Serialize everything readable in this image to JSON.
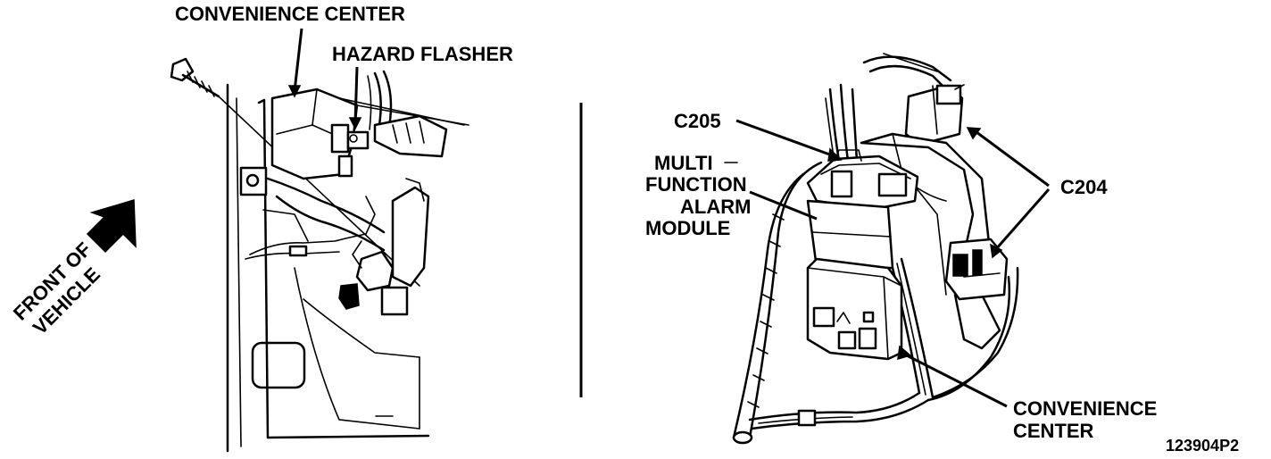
{
  "labels": {
    "left_convenience_center": "CONVENIENCE CENTER",
    "hazard_flasher": "HAZARD FLASHER",
    "front_of_vehicle_line1": "FRONT OF",
    "front_of_vehicle_line2": "VEHICLE",
    "c205": "C205",
    "multi_function_line1": "MULTI",
    "multi_function_line2": "FUNCTION",
    "multi_function_line3": "ALARM",
    "multi_function_line4": "MODULE",
    "c204": "C204",
    "right_convenience_line1": "CONVENIENCE",
    "right_convenience_line2": "CENTER",
    "figure_id": "123904P2"
  },
  "colors": {
    "ink": "#000000",
    "paper": "#ffffff"
  }
}
